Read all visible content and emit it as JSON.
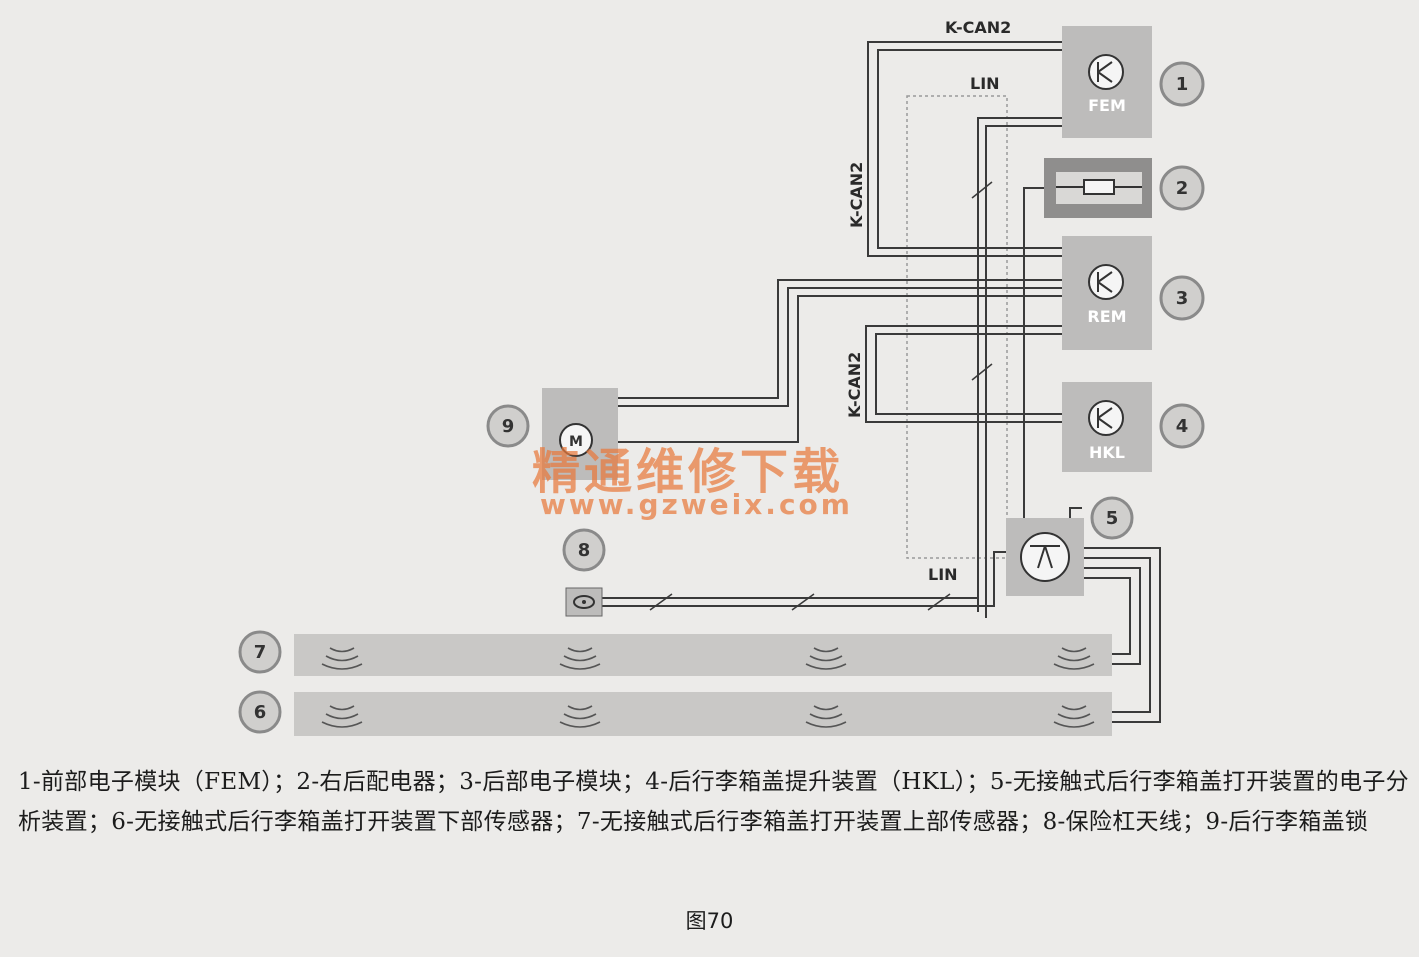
{
  "modules": {
    "fem": {
      "label": "FEM"
    },
    "rem": {
      "label": "REM"
    },
    "hkl": {
      "label": "HKL"
    }
  },
  "bus_labels": {
    "top": "K-CAN2",
    "vertical_upper": "K-CAN2",
    "vertical_lower": "K-CAN2",
    "lin_upper": "LIN",
    "lin_lower": "LIN"
  },
  "callouts": [
    "1",
    "2",
    "3",
    "4",
    "5",
    "6",
    "7",
    "8",
    "9"
  ],
  "caption": "1-前部电子模块（FEM）；2-右后配电器；3-后部电子模块；4-后行李箱盖提升装置（HKL）；5-无接触式后行李箱盖打开装置的电子分析装置；6-无接触式后行李箱盖打开装置下部传感器；7-无接触式后行李箱盖打开装置上部传感器；8-保险杠天线；9-后行李箱盖锁",
  "figure_label": "图70",
  "watermark": {
    "text": "精通维修下载",
    "url": "www.gzweix.com"
  },
  "colors": {
    "module_fill": "#bdbcbb",
    "wire": "#3a3a3a",
    "callout_fill": "#d0cfcd",
    "watermark": "#e8783c"
  }
}
